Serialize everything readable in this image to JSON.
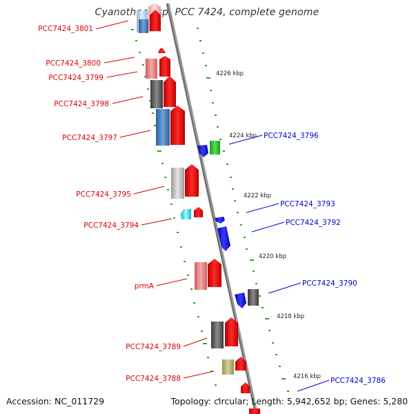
{
  "title": "Cyanothece sp. PCC 7424, complete genome",
  "accession": "Accession: NC_011729",
  "summary": "Topology: circular; Length: 5,942,652 bp; Genes: 5,280",
  "colors": {
    "axis": "#888888",
    "tick": "#2e9e2e",
    "left_label": "#dd0000",
    "right_label": "#0000cc"
  },
  "left_labels": [
    "PCC7424_3801",
    "PCC7424_3800",
    "PCC7424_3799",
    "PCC7424_3798",
    "PCC7424_3797",
    "PCC7424_3795",
    "PCC7424_3794",
    "prmA",
    "PCC7424_3789",
    "PCC7424_3788"
  ],
  "right_labels": [
    "PCC7424_3796",
    "PCC7424_3793",
    "PCC7424_3792",
    "PCC7424_3790",
    "PCC7424_3786"
  ],
  "kbp_labels": [
    "4226 kbp",
    "4224 kbp",
    "4222 kbp",
    "4220 kbp",
    "4218 kbp",
    "4216 kbp"
  ]
}
